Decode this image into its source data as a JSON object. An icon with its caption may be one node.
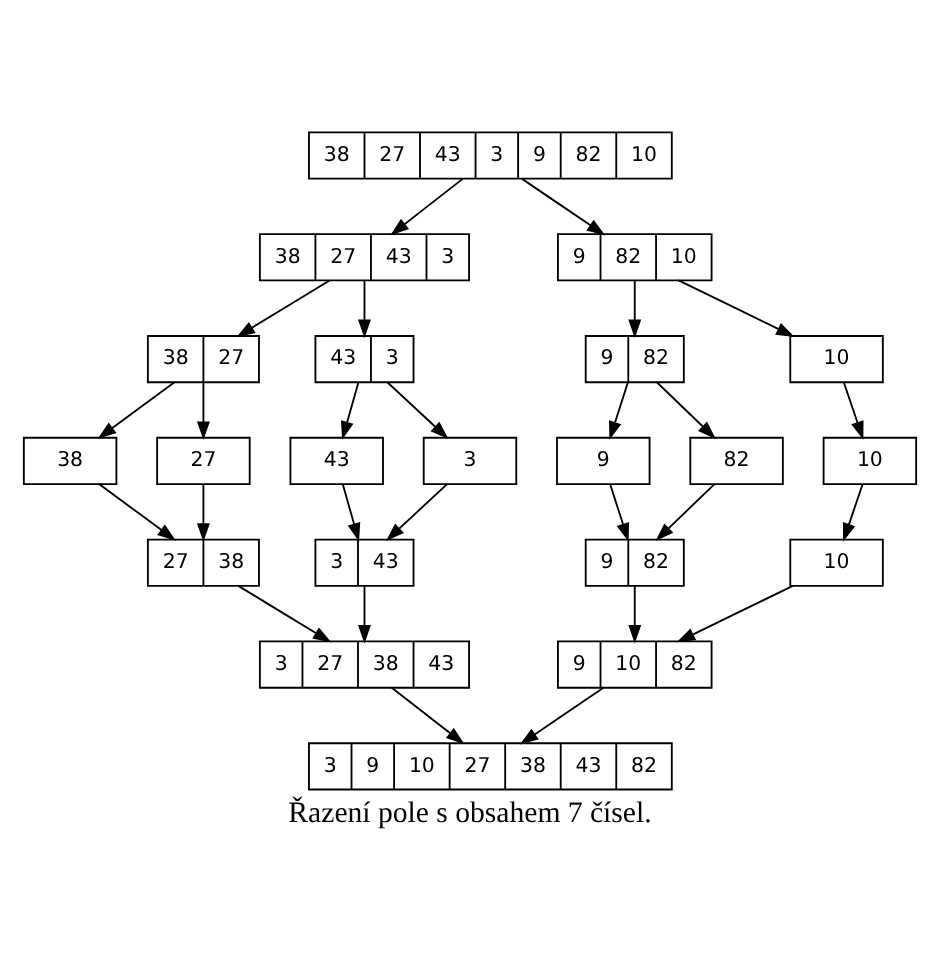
{
  "diagram": {
    "caption": "Řazení pole s obsahem 7 čísel.",
    "nodes": [
      {
        "text": [
          "38",
          "27",
          "43",
          "3",
          "9",
          "82",
          "10"
        ]
      },
      {
        "text": [
          "38",
          "27",
          "43",
          "3"
        ]
      },
      {
        "text": [
          "9",
          "82",
          "10"
        ]
      },
      {
        "text": [
          "38",
          "27"
        ]
      },
      {
        "text": [
          "43",
          "3"
        ]
      },
      {
        "text": [
          "9",
          "82"
        ]
      },
      {
        "text": [
          "10"
        ]
      },
      {
        "text": [
          "38"
        ]
      },
      {
        "text": [
          "27"
        ]
      },
      {
        "text": [
          "43"
        ]
      },
      {
        "text": [
          "3"
        ]
      },
      {
        "text": [
          "9"
        ]
      },
      {
        "text": [
          "82"
        ]
      },
      {
        "text": [
          "10"
        ]
      },
      {
        "text": [
          "27",
          "38"
        ]
      },
      {
        "text": [
          "3",
          "43"
        ]
      },
      {
        "text": [
          "9",
          "82"
        ]
      },
      {
        "text": [
          "10"
        ]
      },
      {
        "text": [
          "3",
          "27",
          "38",
          "43"
        ]
      },
      {
        "text": [
          "9",
          "10",
          "82"
        ]
      },
      {
        "text": [
          "3",
          "9",
          "10",
          "27",
          "38",
          "43",
          "82"
        ]
      }
    ],
    "edges": [
      {
        "from": 0,
        "to": 1,
        "arrow": "to"
      },
      {
        "from": 0,
        "to": 2,
        "arrow": "to"
      },
      {
        "from": 1,
        "to": 3,
        "arrow": "to"
      },
      {
        "from": 1,
        "to": 4,
        "arrow": "to"
      },
      {
        "from": 2,
        "to": 5,
        "arrow": "to"
      },
      {
        "from": 2,
        "to": 6,
        "arrow": "to"
      },
      {
        "from": 3,
        "to": 7,
        "arrow": "to"
      },
      {
        "from": 3,
        "to": 8,
        "arrow": "to"
      },
      {
        "from": 4,
        "to": 9,
        "arrow": "to"
      },
      {
        "from": 4,
        "to": 10,
        "arrow": "to"
      },
      {
        "from": 5,
        "to": 11,
        "arrow": "to"
      },
      {
        "from": 5,
        "to": 12,
        "arrow": "to"
      },
      {
        "from": 6,
        "to": 13,
        "arrow": "to"
      },
      {
        "from": 7,
        "to": 14,
        "arrow": "to"
      },
      {
        "from": 8,
        "to": 14,
        "arrow": "to"
      },
      {
        "from": 9,
        "to": 15,
        "arrow": "to"
      },
      {
        "from": 10,
        "to": 15,
        "arrow": "to"
      },
      {
        "from": 11,
        "to": 16,
        "arrow": "to"
      },
      {
        "from": 12,
        "to": 16,
        "arrow": "to"
      },
      {
        "from": 13,
        "to": 17,
        "arrow": "to"
      },
      {
        "from": 14,
        "to": 18,
        "arrow": "to"
      },
      {
        "from": 15,
        "to": 18,
        "arrow": "to"
      },
      {
        "from": 16,
        "to": 19,
        "arrow": "to"
      },
      {
        "from": 17,
        "to": 19,
        "arrow": "to"
      },
      {
        "from": 18,
        "to": 20,
        "arrow": "to"
      },
      {
        "from": 19,
        "to": 20,
        "arrow": "to"
      }
    ]
  }
}
